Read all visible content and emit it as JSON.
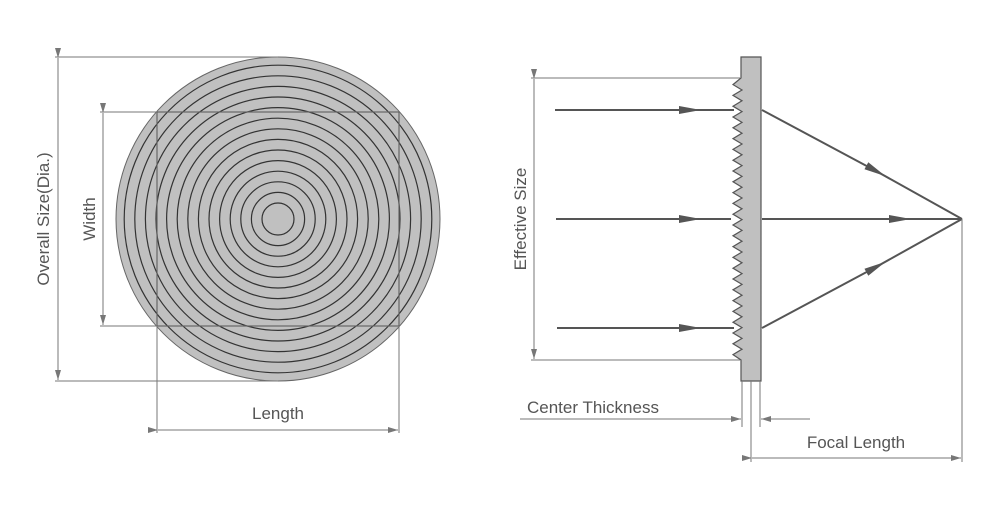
{
  "left_figure": {
    "overall_size_label": "Overall Size(Dia.)",
    "width_label": "Width",
    "length_label": "Length"
  },
  "right_figure": {
    "effective_size_label": "Effective Size",
    "center_thickness_label": "Center Thickness",
    "focal_length_label": "Focal Length"
  },
  "colors": {
    "lens_fill": "#c0c0c0",
    "line": "#555555",
    "dim_line": "#777777"
  }
}
